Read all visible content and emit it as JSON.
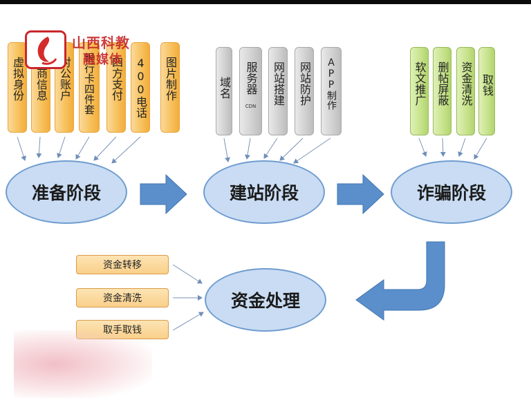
{
  "watermark": {
    "line1": "山西科教",
    "line2": "融媒体"
  },
  "prep": {
    "items": [
      "虚拟身份",
      "工商信息",
      "对公账户",
      "银行卡四件套",
      "四方支付",
      "400电话",
      "图片制作"
    ],
    "label": "准备阶段"
  },
  "site": {
    "items": [
      {
        "text": "域名",
        "sub": ""
      },
      {
        "text": "服务器",
        "sub": "CDN"
      },
      {
        "text": "网站搭建",
        "sub": ""
      },
      {
        "text": "网站防护",
        "sub": ""
      },
      {
        "text": "APP制作",
        "sub": ""
      }
    ],
    "label": "建站阶段"
  },
  "fraud": {
    "items": [
      "软文推广",
      "删帖屏蔽",
      "资金清洗",
      "取钱"
    ],
    "label": "诈骗阶段"
  },
  "funds": {
    "items": [
      "资金转移",
      "资金清洗",
      "取手取钱"
    ],
    "label": "资金处理"
  },
  "colors": {
    "orange": "#f7c25f",
    "gray": "#cfcfcf",
    "green": "#c6e28a",
    "oval_fill": "#c9dcf3",
    "arrow_blue": "#5b8fcb"
  }
}
